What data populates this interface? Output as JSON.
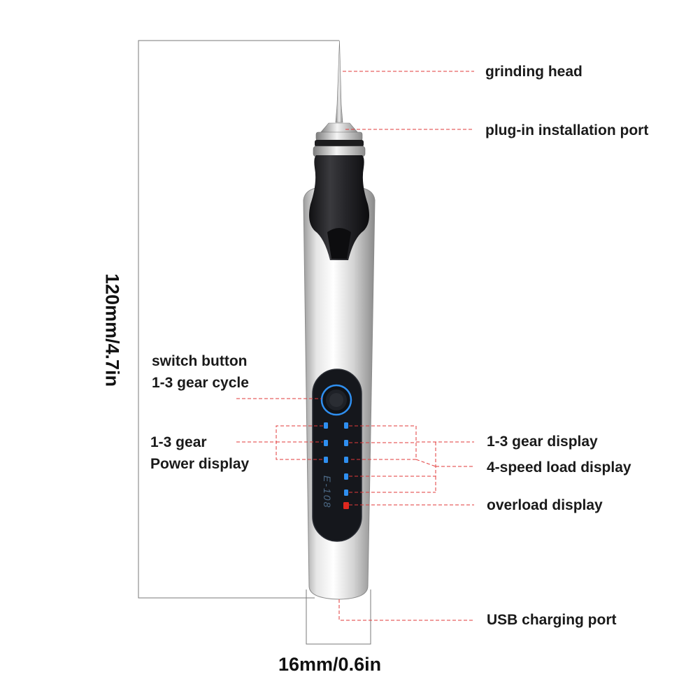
{
  "colors": {
    "leader": "#e23a3a",
    "dimension_line": "#7a7a7a",
    "body_silver": "#d9d9d9",
    "grip_black": "#232326",
    "panel_dark": "#15171c",
    "led_blue": "#2f8ff0",
    "led_red": "#e0281f"
  },
  "icons": {
    "power_button": "switch-button-icon"
  },
  "labels": {
    "grinding_head": "grinding head",
    "install_port": "plug-in installation port",
    "switch_line1": "switch button",
    "switch_line2": "1-3 gear cycle",
    "power_line1": "1-3 gear",
    "power_line2": "Power display",
    "gear_display": "1-3 gear display",
    "load_display": "4-speed load display",
    "overload_display": "overload display",
    "usb_port": "USB charging port"
  },
  "dimensions": {
    "height": "120mm/4.7in",
    "width": "16mm/0.6in"
  },
  "device": {
    "model": "E-108"
  }
}
